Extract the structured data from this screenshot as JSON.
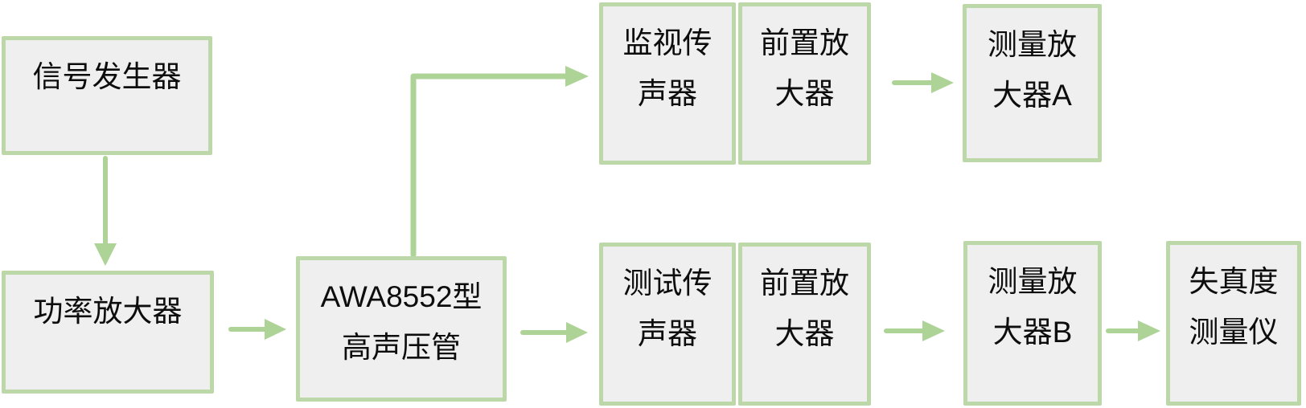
{
  "diagram": {
    "type": "flowchart",
    "background_color": "#ffffff",
    "colors": {
      "box_fill": "#efefef",
      "box_border": "#bcd8a8",
      "arrow": "#aed397",
      "text": "#0d0d0d"
    },
    "nodes": {
      "signal_generator": {
        "label": "信号发生器",
        "lines": [
          "信号发生器"
        ]
      },
      "power_amplifier": {
        "label": "功率放大器",
        "lines": [
          "功率放大器"
        ]
      },
      "awa_tube": {
        "label": "AWA8552型高声压管",
        "lines": [
          "AWA8552型",
          "高声压管"
        ]
      },
      "monitor_mic": {
        "label": "监视传声器",
        "lines": [
          "监视传",
          "声器"
        ]
      },
      "preamp_top": {
        "label": "前置放大器",
        "lines": [
          "前置放",
          "大器"
        ]
      },
      "measuring_amp_a": {
        "label": "测量放大器A",
        "lines": [
          "测量放",
          "大器A"
        ]
      },
      "test_mic": {
        "label": "测试传声器",
        "lines": [
          "测试传",
          "声器"
        ]
      },
      "preamp_bottom": {
        "label": "前置放大器",
        "lines": [
          "前置放",
          "大器"
        ]
      },
      "measuring_amp_b": {
        "label": "测量放大器B",
        "lines": [
          "测量放",
          "大器B"
        ]
      },
      "distortion_meter": {
        "label": "失真度测量仪",
        "lines": [
          "失真度",
          "测量仪"
        ]
      }
    },
    "edges": [
      {
        "from": "signal_generator",
        "to": "power_amplifier",
        "direction": "down"
      },
      {
        "from": "power_amplifier",
        "to": "awa_tube",
        "direction": "right"
      },
      {
        "from": "awa_tube",
        "to": "monitor_mic",
        "direction": "up-then-right"
      },
      {
        "from": "awa_tube",
        "to": "test_mic",
        "direction": "right"
      },
      {
        "from": "preamp_top",
        "to": "measuring_amp_a",
        "direction": "right"
      },
      {
        "from": "preamp_bottom",
        "to": "measuring_amp_b",
        "direction": "right"
      },
      {
        "from": "measuring_amp_b",
        "to": "distortion_meter",
        "direction": "right"
      }
    ]
  }
}
